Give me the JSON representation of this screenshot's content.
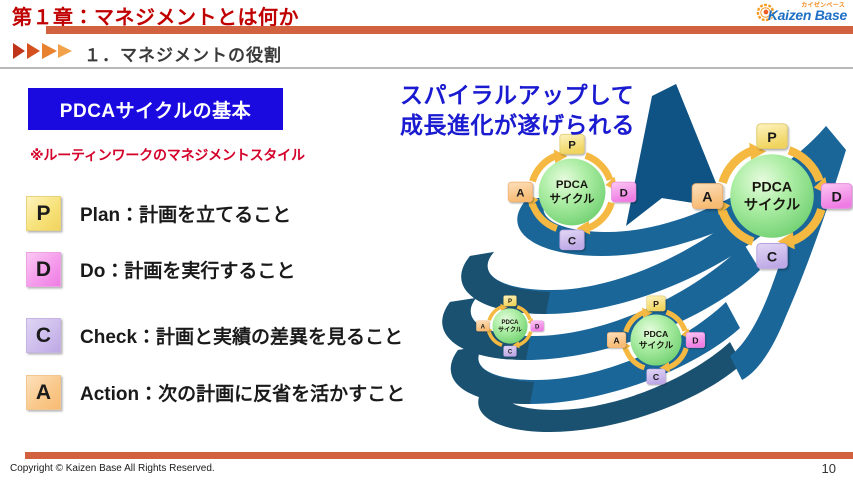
{
  "header": {
    "chapter_title": "第１章：マネジメントとは何か",
    "logo": {
      "kana": "カイゼンベース",
      "name": "Kaizen Base",
      "mark_icon": "sun-gear-icon",
      "kana_color": "#f08a1e",
      "name_color": "#1f6fc4"
    },
    "accent_color": "#d2623f",
    "title_color": "#c00000"
  },
  "section": {
    "title": "１．マネジメントの役割",
    "chevron_icon": "triple-chevron-right-icon",
    "chevron_colors": [
      "#c0351a",
      "#e06a24",
      "#f29b3c"
    ],
    "rule_color": "#b9b9b9"
  },
  "left_panel": {
    "banner": {
      "label": "PDCAサイクルの基本",
      "background": "#1a0ae0",
      "text_color": "#ffffff"
    },
    "note": "※ルーティンワークのマネジメントスタイル",
    "note_color": "#d4002a",
    "items": [
      {
        "letter": "P",
        "label": "Plan：計画を立てること",
        "chip_color": "#f7e27a"
      },
      {
        "letter": "D",
        "label": "Do：計画を実行すること",
        "chip_color": "#f59cec"
      },
      {
        "letter": "C",
        "label": "Check：計画と実績の差異を見ること",
        "chip_color": "#cdbdec"
      },
      {
        "letter": "A",
        "label": "Action：次の計画に反省を活かすこと",
        "chip_color": "#f9c98c"
      }
    ]
  },
  "right_panel": {
    "headline": "スパイラルアップして\n成長進化が遂げられる",
    "headline_color": "#1a1ad0",
    "diagram": {
      "icon": "upward-spiral-arrow-icon",
      "ribbon_color": "#1a6699",
      "ribbon_shadow_color": "#1b5170",
      "arrowhead_color": "#0f5385",
      "cycle_center_label_line1": "PDCA",
      "cycle_center_label_line2": "サイクル",
      "cycle_arrow_color": "#f5b942",
      "cycle_sphere_color": "#9ee89a",
      "stages": [
        {
          "letter": "P",
          "position": "top",
          "color": "#f7e27a"
        },
        {
          "letter": "D",
          "position": "right",
          "color": "#f59cec"
        },
        {
          "letter": "C",
          "position": "bottom",
          "color": "#cdbdec"
        },
        {
          "letter": "A",
          "position": "left",
          "color": "#f9c98c"
        }
      ],
      "cycles": [
        {
          "name": "cycle-small",
          "size": 0.42
        },
        {
          "name": "cycle-medium",
          "size": 0.6
        },
        {
          "name": "cycle-large",
          "size": 0.8
        },
        {
          "name": "cycle-xlarge",
          "size": 1.0
        }
      ]
    }
  },
  "footer": {
    "copyright": "Copyright ©  Kaizen Base  All Rights Reserved.",
    "page_number": "10",
    "bar_color": "#d2623f"
  }
}
